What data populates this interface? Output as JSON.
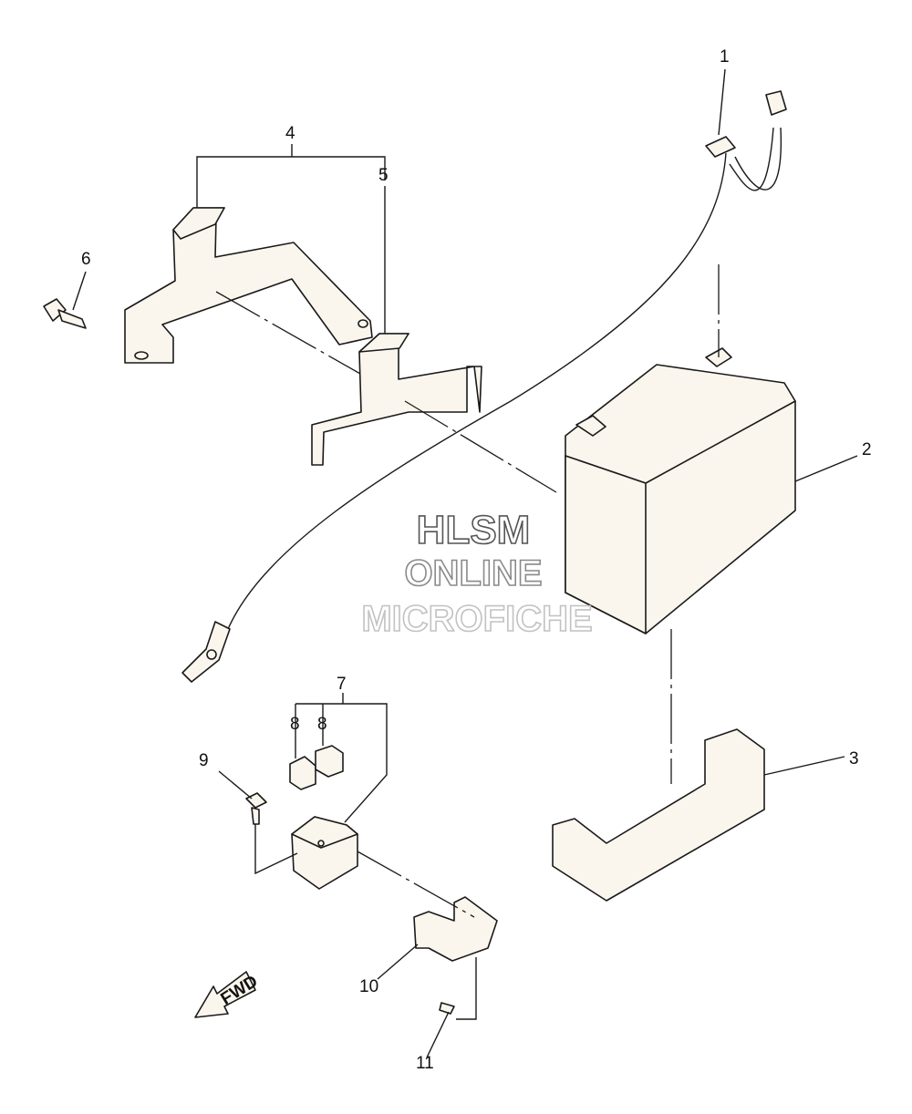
{
  "callouts": [
    "1",
    "2",
    "3",
    "4",
    "5",
    "6",
    "7",
    "8",
    "8",
    "9",
    "10",
    "11"
  ],
  "watermark": {
    "line1": "HLSM",
    "line2": "ONLINE",
    "line3": "MICROFICHE"
  },
  "fwd_label": "FWD",
  "colors": {
    "line": "#1a1a1a",
    "part_fill": "#fbf6ed",
    "watermark": "#8a8a8a"
  }
}
